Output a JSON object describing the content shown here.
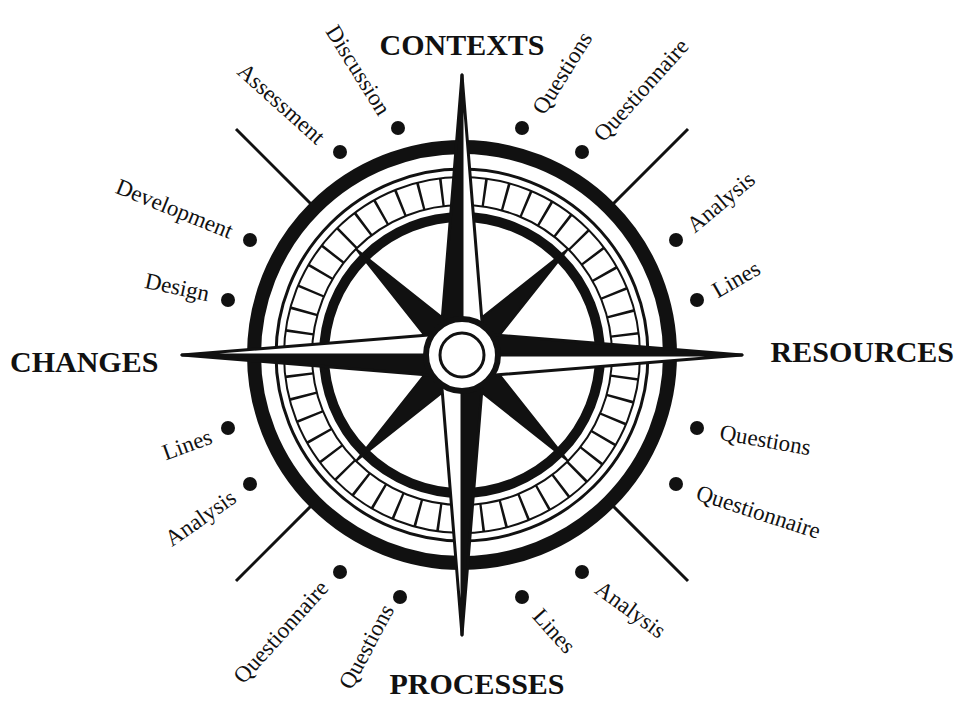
{
  "diagram": {
    "labels": [
      "CONTEXTS",
      "Questions",
      "Questionnaire",
      "Analysis",
      "Lines",
      "RESOURCES",
      "Questions",
      "Questionnaire",
      "Analysis",
      "Lines",
      "PROCESSES",
      "Questions",
      "Questionnaire",
      "Analysis",
      "Lines",
      "CHANGES",
      "Design",
      "Development",
      "Assessment",
      "Discussion"
    ]
  }
}
